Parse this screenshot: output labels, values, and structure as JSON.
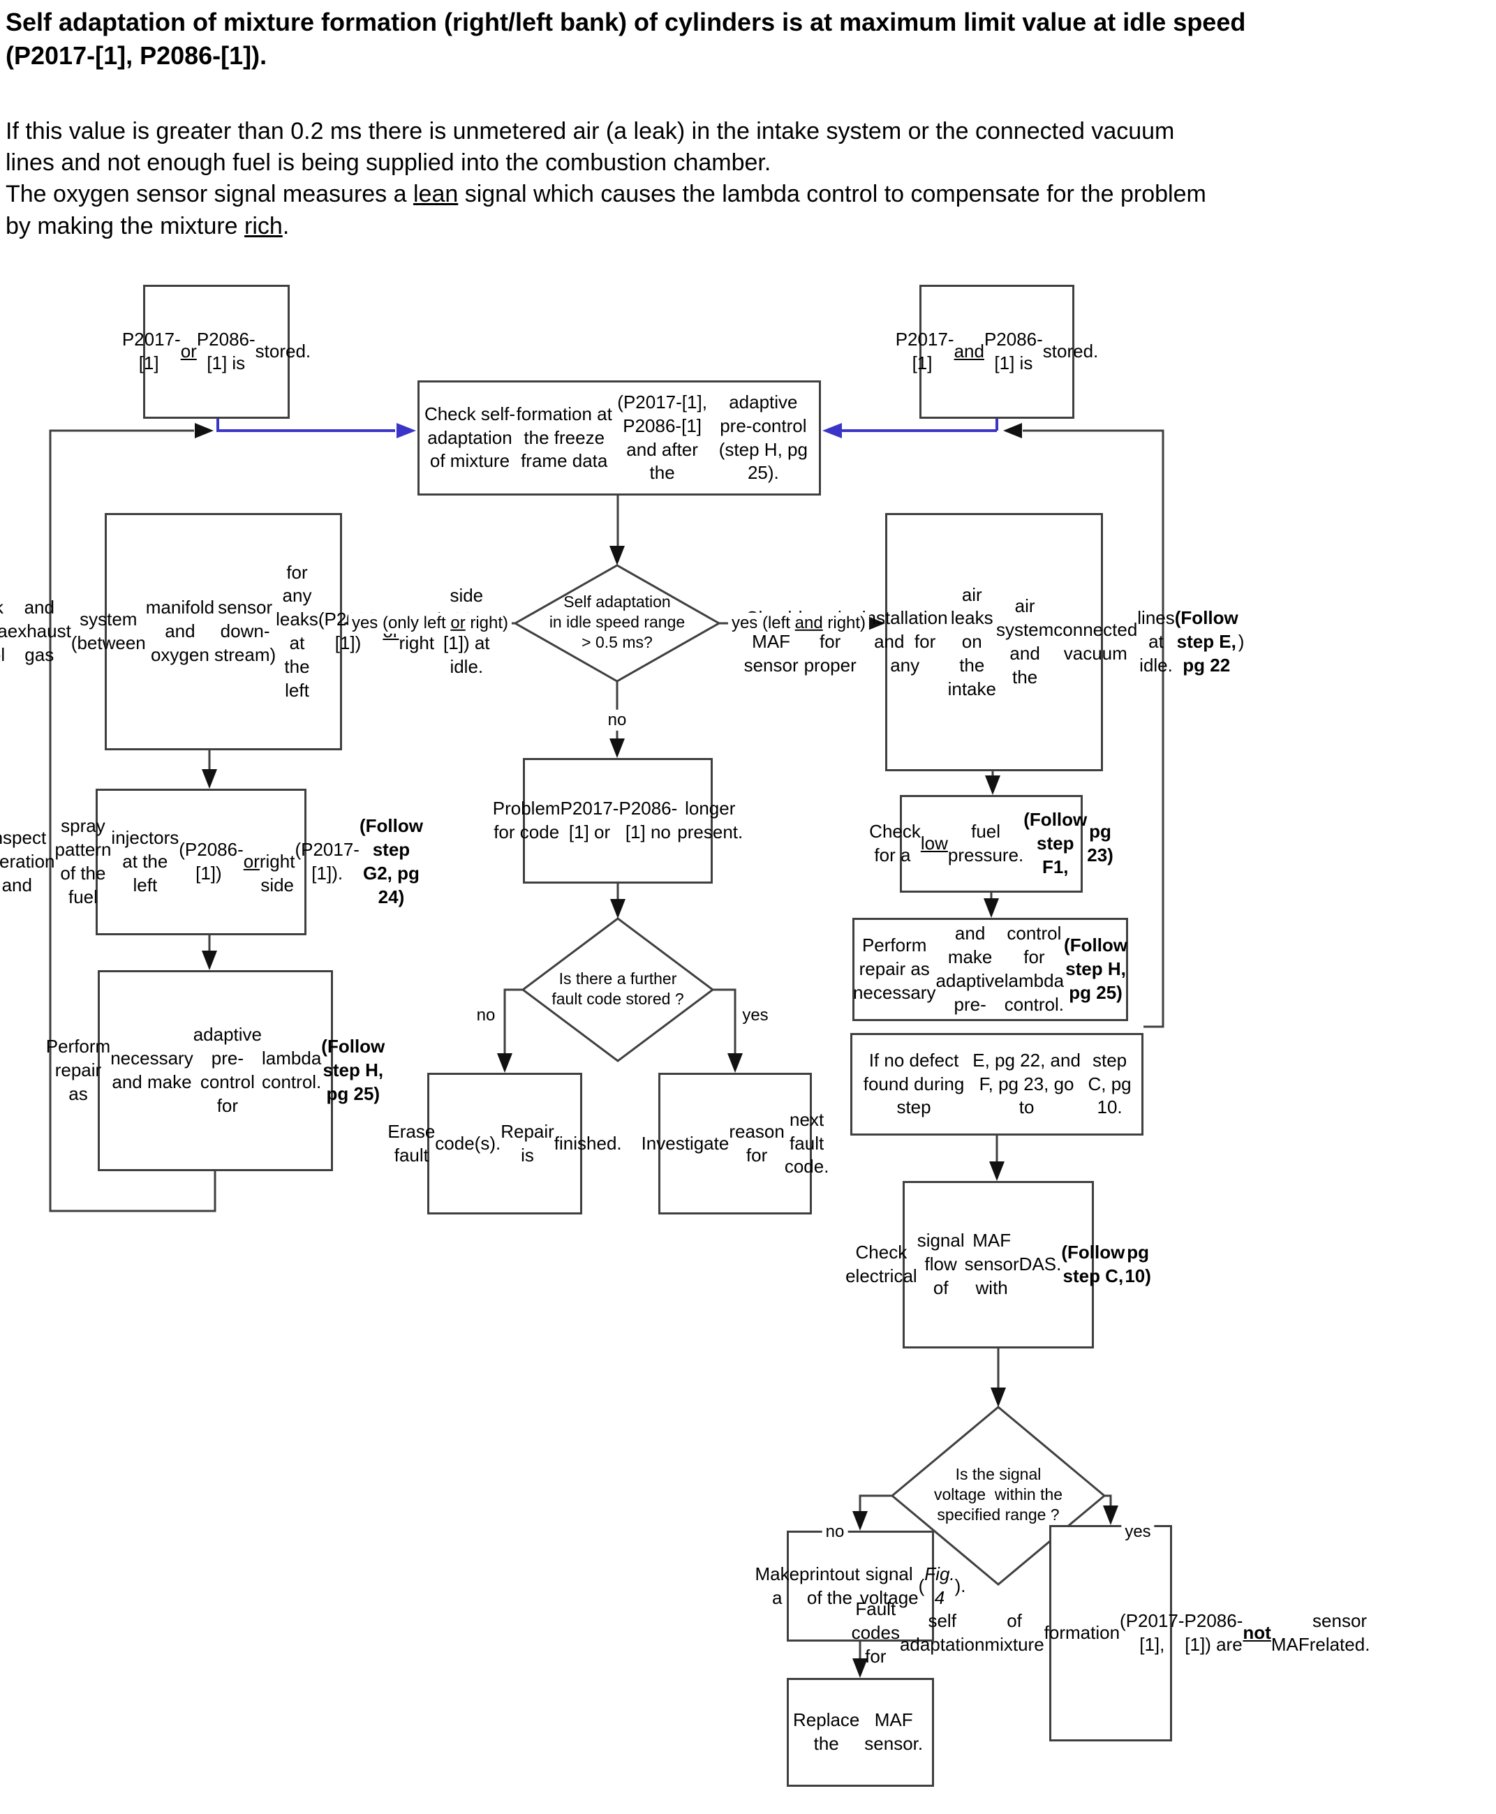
{
  "colors": {
    "accent_blue": "#3a35c8",
    "connector_gray": "#3f3f3f",
    "text_black": "#000000",
    "background": "#ffffff"
  },
  "header": {
    "title": {
      "lines": [
        [
          {
            "t": "Self adaptation of mixture formation (right/left bank) of cylinders is at maximum limit value at idle speed"
          }
        ],
        [
          {
            "t": "(P2017-[1], P2086-[1])."
          }
        ]
      ]
    },
    "paragraph": {
      "lines": [
        [
          {
            "t": "If this value is greater than 0.2 ms there is unmetered air (a leak) in the intake system or the connected vacuum"
          }
        ],
        [
          {
            "t": "lines and not enough fuel is being supplied into the combustion chamber."
          }
        ],
        [
          {
            "t": "The oxygen sensor signal measures a "
          },
          {
            "t": "lean",
            "u": true
          },
          {
            "t": " signal which causes the lambda control to compensate for the problem"
          }
        ],
        [
          {
            "t": "by making the mixture "
          },
          {
            "t": "rich",
            "u": true
          },
          {
            "t": "."
          }
        ]
      ]
    }
  },
  "nodes": {
    "stored_or": {
      "lines": [
        [
          {
            "t": "P2017-[1] "
          },
          {
            "t": "or",
            "u": true
          }
        ],
        [
          {
            "t": "P2086-[1] is"
          }
        ],
        [
          {
            "t": "stored."
          }
        ]
      ]
    },
    "stored_and": {
      "lines": [
        [
          {
            "t": "P2017-[1] "
          },
          {
            "t": "and",
            "u": true
          }
        ],
        [
          {
            "t": "P2086-[1] is"
          }
        ],
        [
          {
            "t": "stored."
          }
        ]
      ]
    },
    "check_self_adaptation": {
      "lines": [
        [
          {
            "t": "Check self-adaptation of mixture"
          }
        ],
        [
          {
            "t": "formation at the freeze frame data"
          }
        ],
        [
          {
            "t": "(P2017-[1], P2086-[1] and after the"
          }
        ],
        [
          {
            "t": "adaptive pre-control (step H, pg 25)."
          }
        ]
      ]
    },
    "check_lambda": {
      "lines": [
        [
          {
            "t": "Check lambda control"
          }
        ],
        [
          {
            "t": "and exhaust gas"
          }
        ],
        [
          {
            "t": "system (between"
          }
        ],
        [
          {
            "t": "manifold and oxygen"
          }
        ],
        [
          {
            "t": "sensor down-stream)"
          }
        ],
        [
          {
            "t": "for any leaks at the left"
          }
        ],
        [
          {
            "t": "(P2086-[1]) "
          },
          {
            "t": "or",
            "u": true
          },
          {
            "t": " right"
          }
        ],
        [
          {
            "t": "side (P2017-[1]) at idle."
          }
        ]
      ]
    },
    "check_maf_housing": {
      "lines": [
        [
          {
            "t": "Check  MAF sensor"
          }
        ],
        [
          {
            "t": "housing for proper"
          }
        ],
        [
          {
            "t": "installation and  for any"
          }
        ],
        [
          {
            "t": "air leaks on the intake"
          }
        ],
        [
          {
            "t": "air system and the"
          }
        ],
        [
          {
            "t": "connected vacuum"
          }
        ],
        [
          {
            "t": "lines at idle."
          }
        ],
        [
          {
            "t": "(Follow step E, pg 22",
            "b": true
          },
          {
            "t": ")"
          }
        ]
      ]
    },
    "problem_gone": {
      "lines": [
        [
          {
            "t": "Problem for code"
          }
        ],
        [
          {
            "t": "P2017-[1] or"
          }
        ],
        [
          {
            "t": "P2086-[1] no"
          }
        ],
        [
          {
            "t": "longer present."
          }
        ]
      ]
    },
    "inspect_injectors": {
      "lines": [
        [
          {
            "t": "Inspect operation and"
          }
        ],
        [
          {
            "t": "spray pattern of the fuel"
          }
        ],
        [
          {
            "t": "injectors at the left"
          }
        ],
        [
          {
            "t": "(P2086-[1]) "
          },
          {
            "t": "or",
            "u": true
          },
          {
            "t": " right side"
          }
        ],
        [
          {
            "t": "(P2017-[1])."
          }
        ],
        [
          {
            "t": "(Follow step G2, pg 24)",
            "b": true
          }
        ]
      ]
    },
    "perform_repair_left": {
      "lines": [
        [
          {
            "t": "Perform repair as"
          }
        ],
        [
          {
            "t": "necessary and make"
          }
        ],
        [
          {
            "t": "adaptive pre-control for"
          }
        ],
        [
          {
            "t": "lambda control."
          }
        ],
        [
          {
            "t": "(Follow step H, pg 25)",
            "b": true
          }
        ]
      ]
    },
    "erase_codes": {
      "lines": [
        [
          {
            "t": "Erase fault"
          }
        ],
        [
          {
            "t": "code(s)."
          }
        ],
        [
          {
            "t": "Repair is"
          }
        ],
        [
          {
            "t": "finished."
          }
        ]
      ]
    },
    "investigate_next": {
      "lines": [
        [
          {
            "t": "Investigate"
          }
        ],
        [
          {
            "t": "reason for"
          }
        ],
        [
          {
            "t": "next fault code."
          }
        ]
      ]
    },
    "check_low_fuel": {
      "lines": [
        [
          {
            "t": "Check for a "
          },
          {
            "t": "low",
            "u": true
          }
        ],
        [
          {
            "t": "fuel pressure."
          }
        ],
        [
          {
            "t": "(Follow step F1,",
            "b": true
          }
        ],
        [
          {
            "t": "pg 23)",
            "b": true
          }
        ]
      ]
    },
    "perform_repair_right": {
      "lines": [
        [
          {
            "t": "Perform repair as necessary"
          }
        ],
        [
          {
            "t": "and make adaptive pre-"
          }
        ],
        [
          {
            "t": "control for lambda control."
          }
        ],
        [
          {
            "t": "(Follow step H, pg 25)",
            "b": true
          }
        ]
      ]
    },
    "no_defect_found": {
      "lines": [
        [
          {
            "t": "If no defect found during step"
          }
        ],
        [
          {
            "t": "E, pg 22, and F, pg 23, go to"
          }
        ],
        [
          {
            "t": "step C, pg 10."
          }
        ]
      ]
    },
    "check_electrical": {
      "lines": [
        [
          {
            "t": "Check electrical"
          }
        ],
        [
          {
            "t": "signal flow of"
          }
        ],
        [
          {
            "t": "MAF sensor with"
          }
        ],
        [
          {
            "t": "DAS."
          }
        ],
        [
          {
            "t": "(Follow step C,",
            "b": true
          }
        ],
        [
          {
            "t": "pg 10)",
            "b": true
          }
        ]
      ]
    },
    "make_printout": {
      "lines": [
        [
          {
            "t": "Make a"
          }
        ],
        [
          {
            "t": "printout of the"
          }
        ],
        [
          {
            "t": "signal voltage"
          }
        ],
        [
          {
            "t": "("
          },
          {
            "t": "Fig. 4",
            "i": true
          },
          {
            "t": ")."
          }
        ]
      ]
    },
    "replace_maf": {
      "lines": [
        [
          {
            "t": "Replace the"
          }
        ],
        [
          {
            "t": "MAF sensor."
          }
        ]
      ]
    },
    "not_maf_related": {
      "lines": [
        [
          {
            "t": "Fault codes for"
          }
        ],
        [
          {
            "t": "self adaptation"
          }
        ],
        [
          {
            "t": "of mixture"
          }
        ],
        [
          {
            "t": "formation"
          }
        ],
        [
          {
            "t": "(P2017-[1],"
          }
        ],
        [
          {
            "t": "P2086-[1]) are"
          }
        ],
        [
          {
            "t": "not",
            "b": true,
            "u": true
          },
          {
            "t": "  MAF"
          }
        ],
        [
          {
            "t": "sensor related."
          }
        ]
      ]
    }
  },
  "decisions": {
    "self_adaptation_range": {
      "lines": [
        [
          {
            "t": "Self adaptation"
          }
        ],
        [
          {
            "t": "in idle speed range"
          }
        ],
        [
          {
            "t": "> 0.5 ms?"
          }
        ]
      ]
    },
    "further_fault_code": {
      "lines": [
        [
          {
            "t": "Is there a further"
          }
        ],
        [
          {
            "t": "fault code stored ?"
          }
        ]
      ]
    },
    "signal_voltage_range": {
      "lines": [
        [
          {
            "t": "Is the signal"
          }
        ],
        [
          {
            "t": "voltage  within the"
          }
        ],
        [
          {
            "t": "specified range ?"
          }
        ]
      ]
    }
  },
  "edge_labels": {
    "yes_only_left_or_right": {
      "lines": [
        [
          {
            "t": "yes (only left "
          },
          {
            "t": "or",
            "u": true
          },
          {
            "t": " right)"
          }
        ]
      ]
    },
    "yes_left_and_right": {
      "lines": [
        [
          {
            "t": "yes (left "
          },
          {
            "t": "and",
            "u": true
          },
          {
            "t": " right)"
          }
        ]
      ]
    },
    "no_range": "no",
    "no_further": "no",
    "yes_further": "yes",
    "no_voltage": "no",
    "yes_voltage": "yes"
  }
}
